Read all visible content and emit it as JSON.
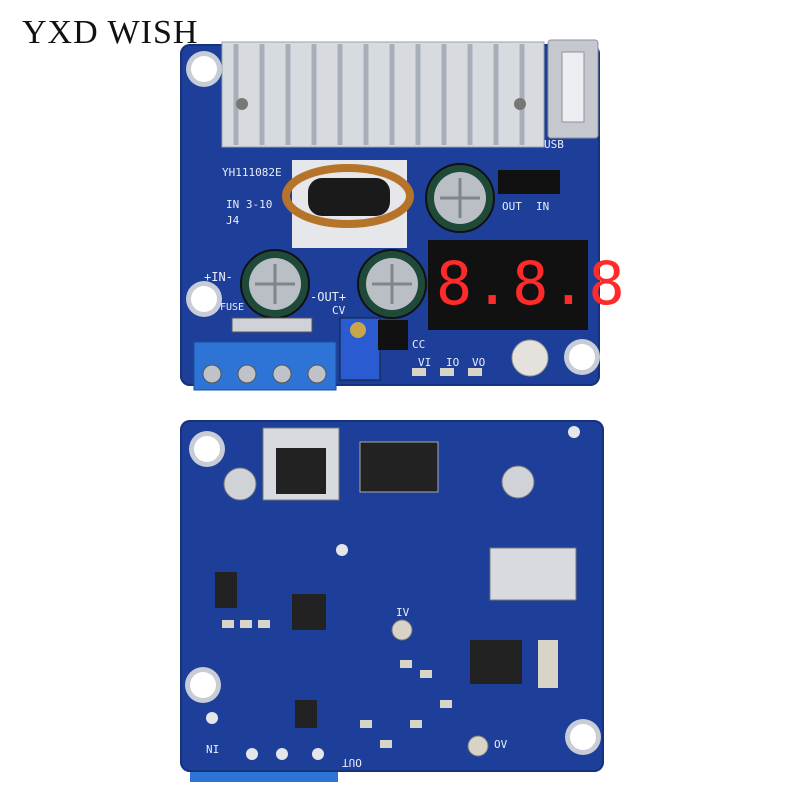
{
  "brand": {
    "text": "YXD WISH"
  },
  "top_board": {
    "model_label": "YH111082E",
    "input_range_label": "IN 3-10",
    "jumper_label": "J4",
    "plus_in_label": "+IN-",
    "out_label": "-OUT+",
    "fuse_label": "FUSE",
    "cv_label": "CV",
    "cc_label": "CC",
    "vi_label": "VI",
    "io_label": "IO",
    "vo_label": "VO",
    "usb_label": "USB",
    "switch_out_label": "OUT",
    "switch_in_label": "IN",
    "display_text": "8.8.8"
  },
  "bottom_board": {
    "in_label": "IN",
    "out_label": "OUT",
    "iv_label": "IV",
    "ov_label": "OV"
  },
  "colors": {
    "pcb": "#1d3f9a",
    "silkscreen": "#e9edf7",
    "display_segment": "#ff2a2a",
    "terminal": "#2d74d6"
  }
}
